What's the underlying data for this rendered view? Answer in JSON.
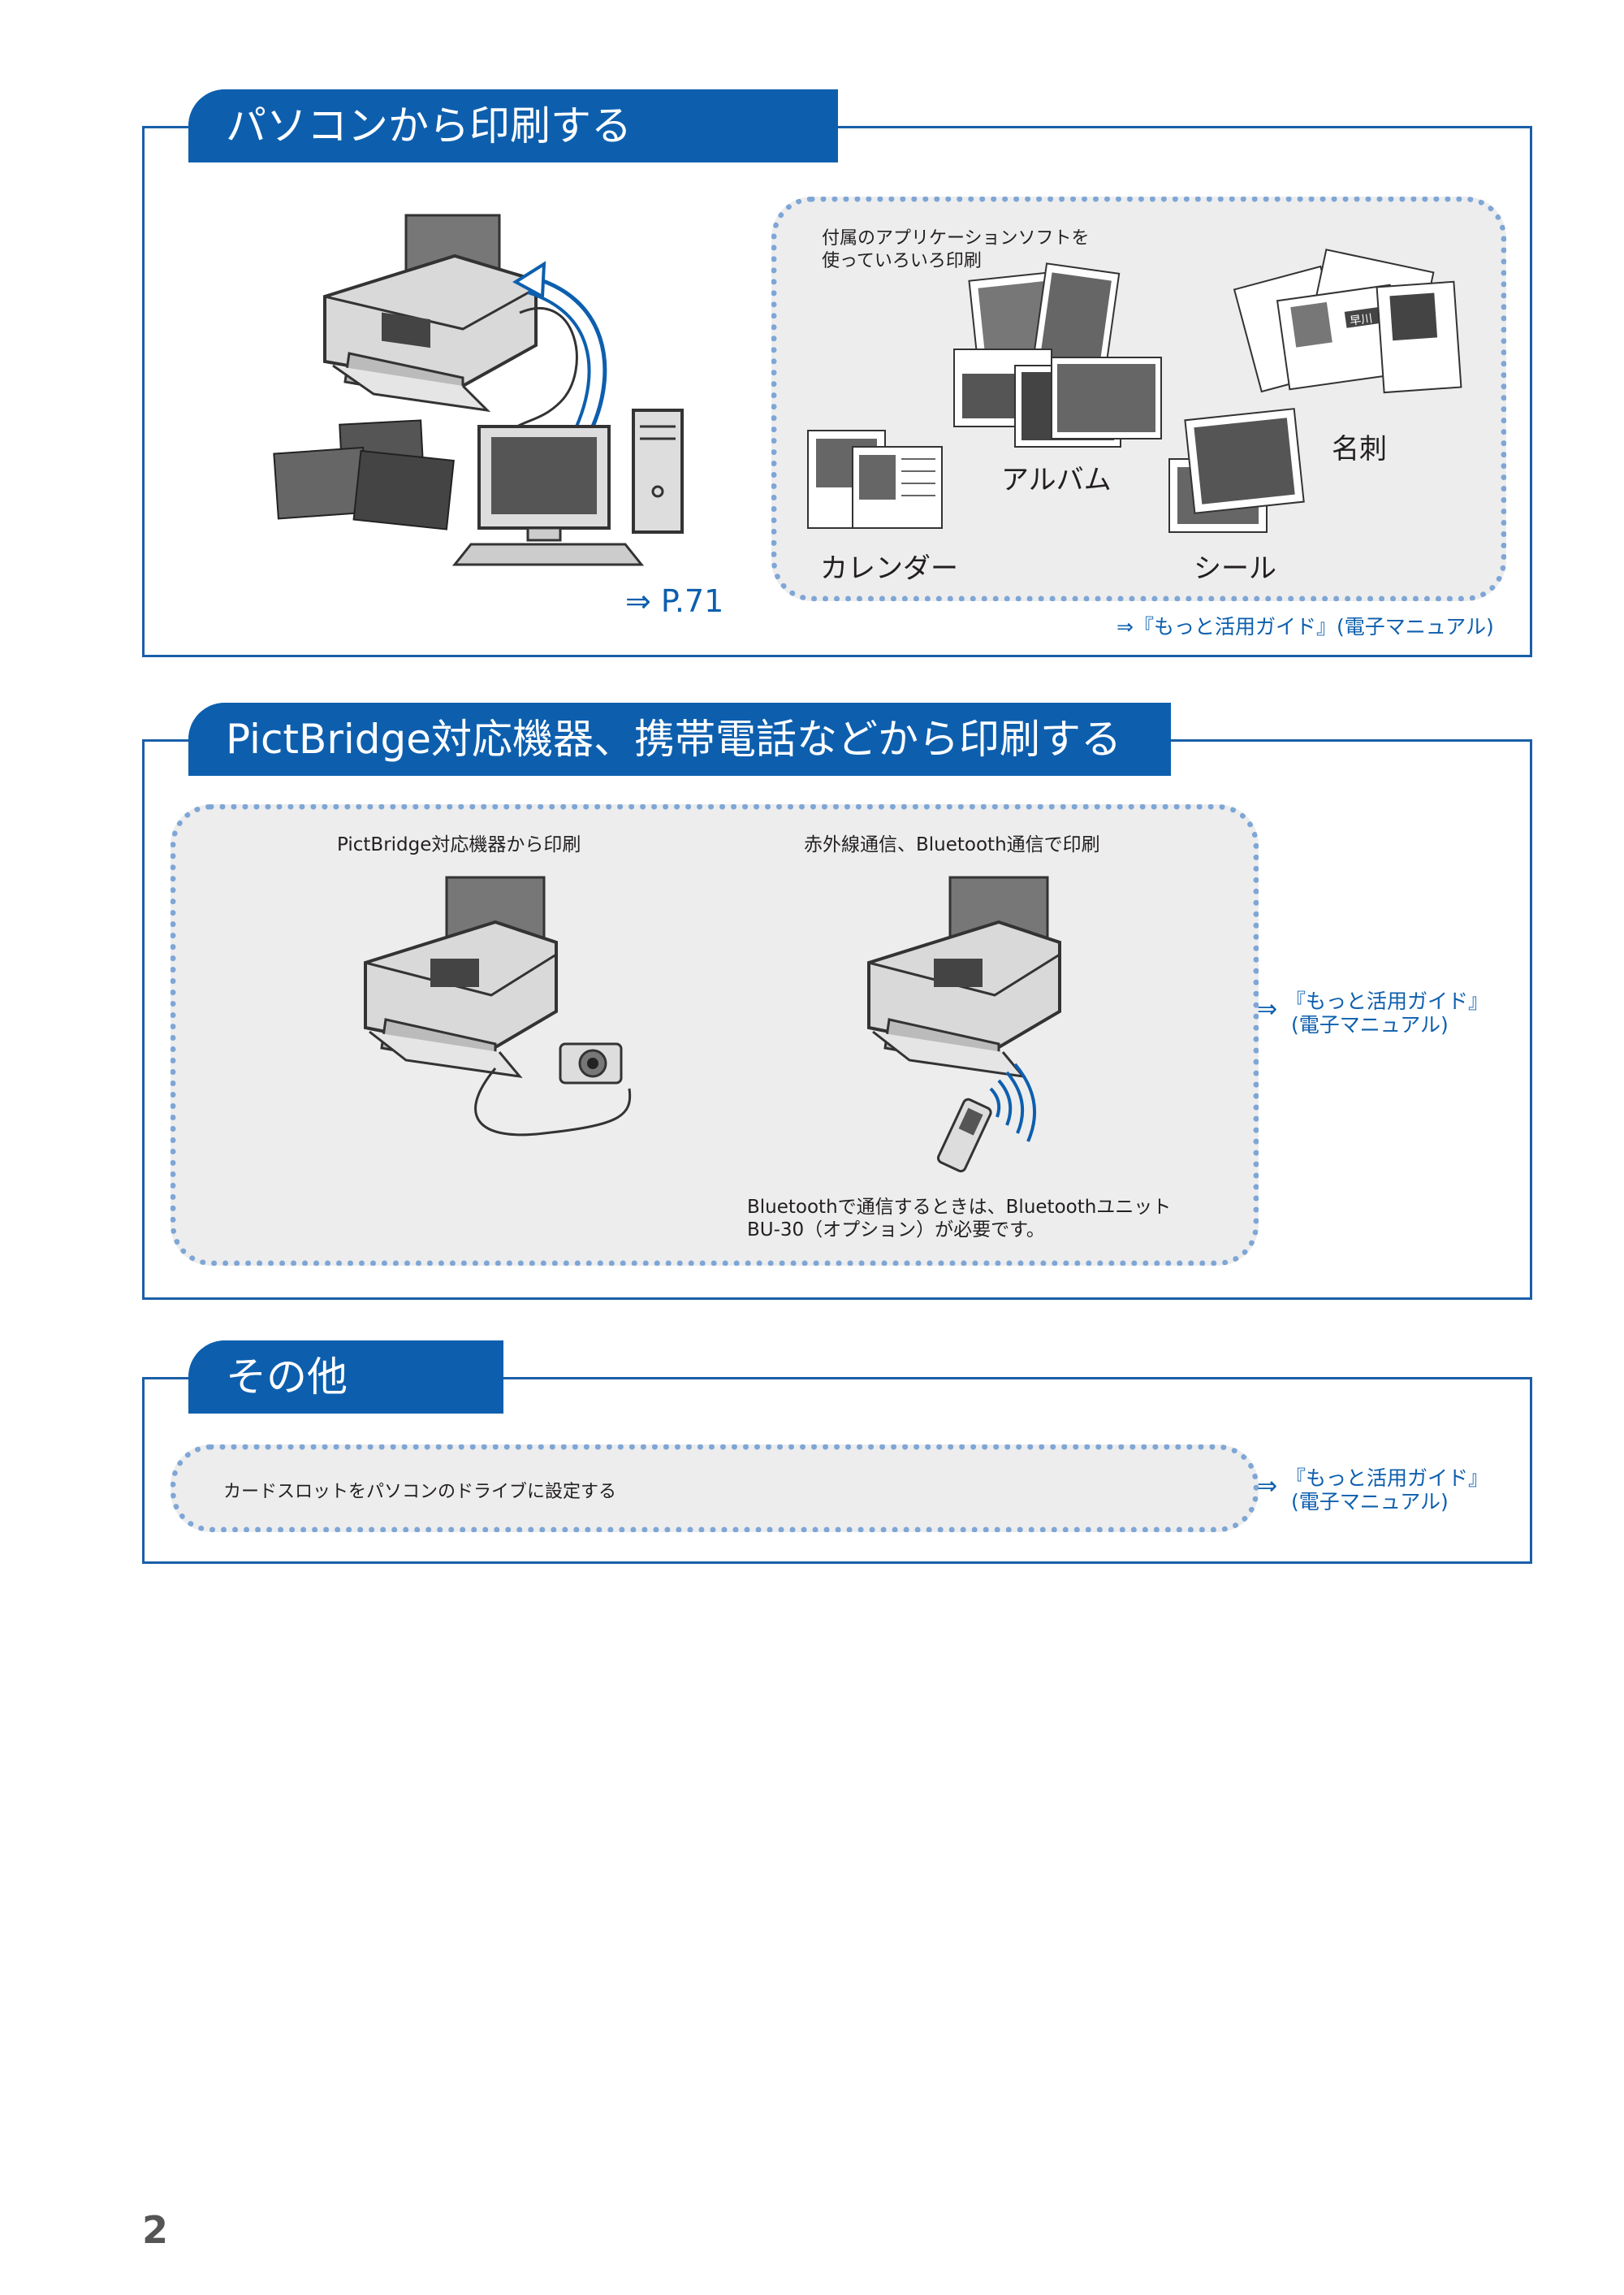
{
  "sections": {
    "pc": {
      "title": "パソコンから印刷する",
      "ref": "⇒ P.71",
      "app_caption_line1": "付属のアプリケーションソフトを",
      "app_caption_line2": "使っていろいろ印刷",
      "album": "アルバム",
      "meishi": "名刺",
      "calendar": "カレンダー",
      "seal": "シール",
      "guide_ref": "⇒『もっと活用ガイド』(電子マニュアル)",
      "card_word": "早川"
    },
    "pictbridge": {
      "title": "PictBridge対応機器、携帯電話などから印刷する",
      "left_caption": "PictBridge対応機器から印刷",
      "right_caption": "赤外線通信、Bluetooth通信で印刷",
      "note_line1": "Bluetoothで通信するときは、Bluetoothユニット",
      "note_line2": "BU-30（オプション）が必要です。",
      "guide_arrow": "⇒",
      "guide_line1": "『もっと活用ガイド』",
      "guide_line2": "(電子マニュアル)"
    },
    "other": {
      "title": "その他",
      "item": "カードスロットをパソコンのドライブに設定する",
      "guide_arrow": "⇒",
      "guide_line1": "『もっと活用ガイド』",
      "guide_line2": "(電子マニュアル)"
    }
  },
  "page_number": "2",
  "colors": {
    "accent": "#0d5fae",
    "panel_bg": "#ededed",
    "dots": "#7ea6d6"
  }
}
